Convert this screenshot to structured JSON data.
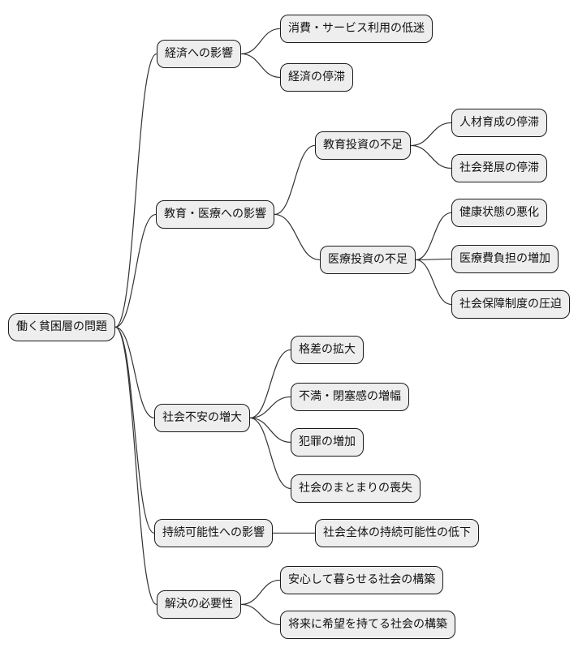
{
  "colors": {
    "background": "#ffffff",
    "node_fill": "#eeeeee",
    "node_border": "#1a1a1a",
    "connector": "#333333",
    "text": "#111111"
  },
  "tree": {
    "label": "働く貧困層の問題",
    "children": [
      {
        "label": "経済への影響",
        "children": [
          {
            "label": "消費・サービス利用の低迷"
          },
          {
            "label": "経済の停滞"
          }
        ]
      },
      {
        "label": "教育・医療への影響",
        "children": [
          {
            "label": "教育投資の不足",
            "children": [
              {
                "label": "人材育成の停滞"
              },
              {
                "label": "社会発展の停滞"
              }
            ]
          },
          {
            "label": "医療投資の不足",
            "children": [
              {
                "label": "健康状態の悪化"
              },
              {
                "label": "医療費負担の増加"
              },
              {
                "label": "社会保障制度の圧迫"
              }
            ]
          }
        ]
      },
      {
        "label": "社会不安の増大",
        "children": [
          {
            "label": "格差の拡大"
          },
          {
            "label": "不満・閉塞感の増幅"
          },
          {
            "label": "犯罪の増加"
          },
          {
            "label": "社会のまとまりの喪失"
          }
        ]
      },
      {
        "label": "持続可能性への影響",
        "children": [
          {
            "label": "社会全体の持続可能性の低下"
          }
        ]
      },
      {
        "label": "解決の必要性",
        "children": [
          {
            "label": "安心して暮らせる社会の構築"
          },
          {
            "label": "将来に希望を持てる社会の構築"
          }
        ]
      }
    ]
  }
}
